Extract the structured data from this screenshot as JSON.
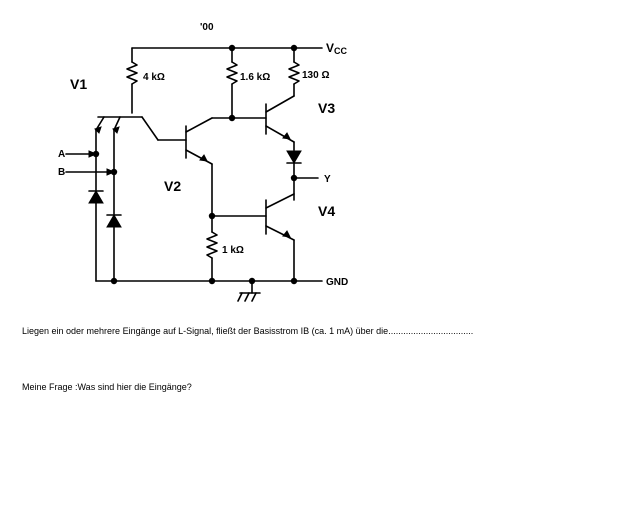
{
  "diagram": {
    "header_mark": "'00",
    "supply_label": "V",
    "supply_sub": "CC",
    "ground_label": "GND",
    "output_label": "Y",
    "inputs": [
      "A",
      "B"
    ],
    "transistors": [
      "V1",
      "V2",
      "V3",
      "V4"
    ],
    "resistors": [
      "4 kΩ",
      "1.6 kΩ",
      "130 Ω",
      "1 kΩ"
    ]
  },
  "text": {
    "statement": "Liegen ein oder mehrere Eingänge auf L-Signal, fließt der Basisstrom IB (ca. 1 mA) über die..................................",
    "question": "Meine Frage :Was sind hier die Eingänge?"
  }
}
